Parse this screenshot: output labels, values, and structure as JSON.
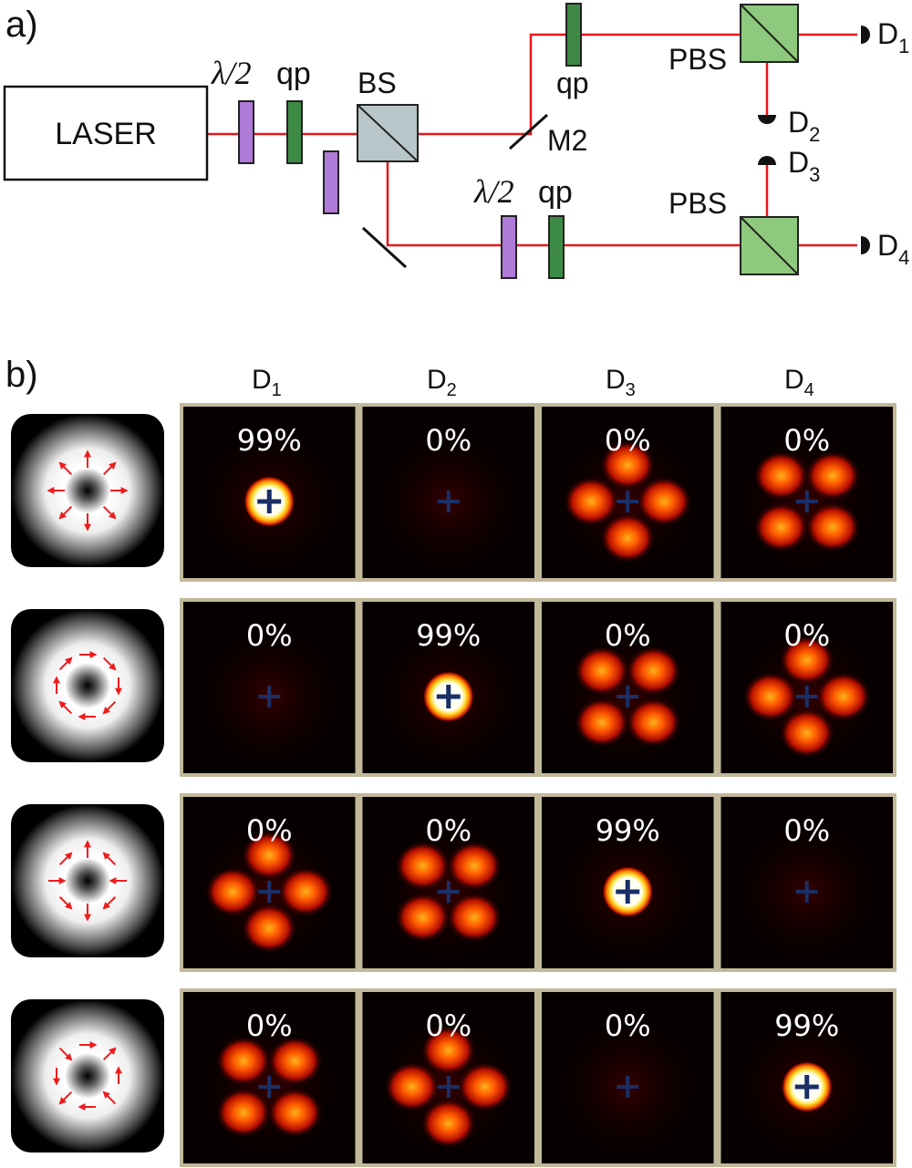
{
  "panel_a": {
    "label": "a)",
    "laser": "LASER",
    "half_wave_1": "λ/2",
    "qp_1": "qp",
    "bs": "BS",
    "qp_top": "qp",
    "mirror_m2": "M2",
    "pbs_top": "PBS",
    "half_wave_2": "λ/2",
    "qp_bottom": "qp",
    "pbs_bottom": "PBS",
    "detectors": [
      {
        "name": "D",
        "sub": "1"
      },
      {
        "name": "D",
        "sub": "2"
      },
      {
        "name": "D",
        "sub": "3"
      },
      {
        "name": "D",
        "sub": "4"
      }
    ],
    "colors": {
      "beam": "#e8151b",
      "half_wave_plate": "#b07ad8",
      "q_plate": "#3d8a45",
      "pbs": "#8ec97e",
      "bs": "#b8c6c9"
    }
  },
  "panel_b": {
    "label": "b)",
    "column_headers": [
      {
        "name": "D",
        "sub": "1"
      },
      {
        "name": "D",
        "sub": "2"
      },
      {
        "name": "D",
        "sub": "3"
      },
      {
        "name": "D",
        "sub": "4"
      }
    ],
    "rows": [
      {
        "input_mode": "radial",
        "cells": [
          {
            "percent": "99%",
            "pattern": "bright-spot"
          },
          {
            "percent": "0%",
            "pattern": "dark"
          },
          {
            "percent": "0%",
            "pattern": "four-lobe-plus"
          },
          {
            "percent": "0%",
            "pattern": "four-lobe-x"
          }
        ]
      },
      {
        "input_mode": "azimuthal",
        "cells": [
          {
            "percent": "0%",
            "pattern": "dark"
          },
          {
            "percent": "99%",
            "pattern": "bright-spot"
          },
          {
            "percent": "0%",
            "pattern": "four-lobe-x"
          },
          {
            "percent": "0%",
            "pattern": "four-lobe-plus"
          }
        ]
      },
      {
        "input_mode": "hybrid-a",
        "cells": [
          {
            "percent": "0%",
            "pattern": "four-lobe-plus"
          },
          {
            "percent": "0%",
            "pattern": "four-lobe-x"
          },
          {
            "percent": "99%",
            "pattern": "bright-spot"
          },
          {
            "percent": "0%",
            "pattern": "dark"
          }
        ]
      },
      {
        "input_mode": "hybrid-b",
        "cells": [
          {
            "percent": "0%",
            "pattern": "four-lobe-x"
          },
          {
            "percent": "0%",
            "pattern": "four-lobe-plus"
          },
          {
            "percent": "0%",
            "pattern": "dark"
          },
          {
            "percent": "99%",
            "pattern": "bright-spot"
          }
        ]
      }
    ],
    "colors": {
      "frame": "#c2b89a",
      "cross": "#1a2f66",
      "arrow": "#ee1c1c"
    }
  }
}
